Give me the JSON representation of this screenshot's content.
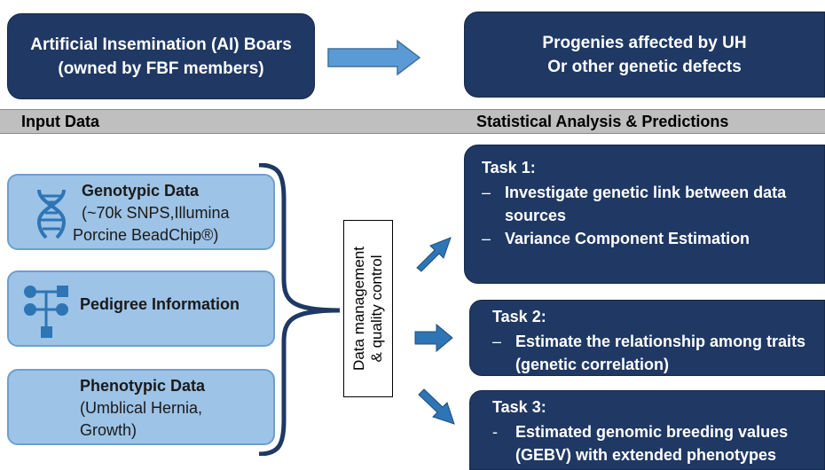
{
  "top": {
    "boars_line1": "Artificial Insemination (AI) Boars",
    "boars_line2": "(owned by FBF members)",
    "progenies_line1": "Progenies affected by UH",
    "progenies_line2": "Or other genetic defects"
  },
  "band": {
    "left_label": "Input Data",
    "right_label": "Statistical Analysis & Predictions"
  },
  "inputs": {
    "genotypic_title": "Genotypic Data",
    "genotypic_line2": "(~70k SNPS,Illumina",
    "genotypic_line3": "Porcine BeadChip®)",
    "pedigree_title": "Pedigree Information",
    "phenotypic_title": "Phenotypic Data",
    "phenotypic_line2": "(Umblical Hernia,",
    "phenotypic_line3": "Growth)"
  },
  "process": {
    "line1": "Data management",
    "line2": "& quality control"
  },
  "tasks": {
    "task1_title": "Task 1:",
    "task1_b1_dash": "–",
    "task1_b1": "Investigate genetic link between data sources",
    "task1_b2_dash": "–",
    "task1_b2": "Variance Component Estimation",
    "task2_title": "Task 2:",
    "task2_b1_dash": "–",
    "task2_b1": "Estimate the relationship among traits (genetic correlation)",
    "task3_title": "Task 3:",
    "task3_b1_dash": "-",
    "task3_b1": "Estimated genomic breeding values (GEBV) with extended phenotypes"
  },
  "colors": {
    "dark_box": "#1f3864",
    "light_box": "#9dc3e6",
    "arrow": "#5b9bd5",
    "band": "#bfbfbf"
  },
  "icons": [
    "dna-icon",
    "pedigree-icon"
  ]
}
